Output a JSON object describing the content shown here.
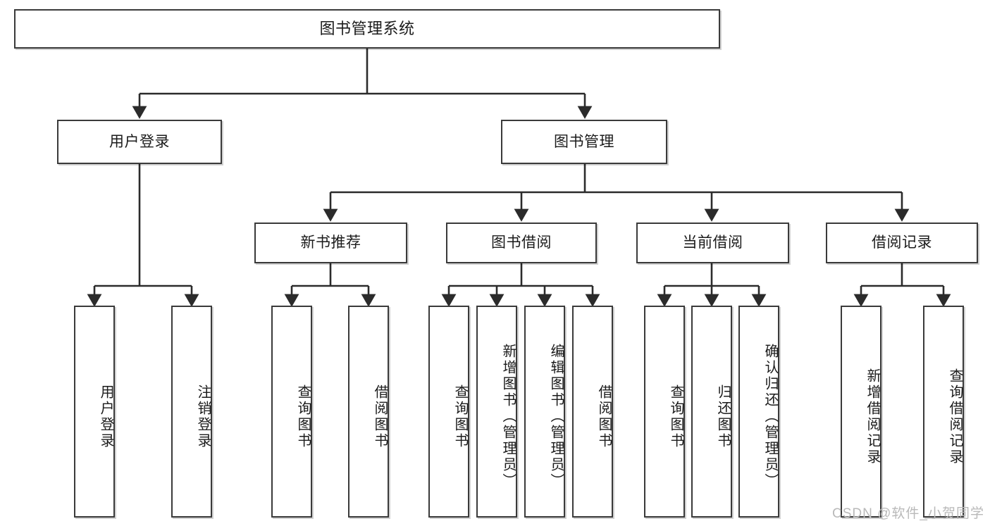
{
  "diagram": {
    "title": "图书管理系统",
    "type": "tree-hierarchy",
    "watermark": "CSDN @软件_小贺同学",
    "colors": {
      "background": "#ffffff",
      "box_border": "#3a3a3a",
      "box_fill": "#ffffff",
      "text": "#1b1b1b",
      "edge": "#2b2b2b",
      "watermark": "#b9b9b9"
    },
    "levels": {
      "root": {
        "label": "图书管理系统"
      },
      "level2": [
        {
          "label": "用户登录"
        },
        {
          "label": "图书管理"
        }
      ],
      "level3": [
        {
          "label": "新书推荐"
        },
        {
          "label": "图书借阅"
        },
        {
          "label": "当前借阅"
        },
        {
          "label": "借阅记录"
        }
      ],
      "leaves": {
        "user_login": [
          {
            "label": "用户登录"
          },
          {
            "label": "注销登录"
          }
        ],
        "new_book_recommend": [
          {
            "label": "查询图书"
          },
          {
            "label": "借阅图书"
          }
        ],
        "book_borrow": [
          {
            "label": "查询图书"
          },
          {
            "label": "新增图书（管理员）"
          },
          {
            "label": "编辑图书（管理员）"
          },
          {
            "label": "借阅图书"
          }
        ],
        "current_borrow": [
          {
            "label": "查询图书"
          },
          {
            "label": "归还图书"
          },
          {
            "label": "确认归还（管理员）"
          }
        ],
        "borrow_records": [
          {
            "label": "新增借阅记录"
          },
          {
            "label": "查询借阅记录"
          }
        ]
      }
    }
  }
}
